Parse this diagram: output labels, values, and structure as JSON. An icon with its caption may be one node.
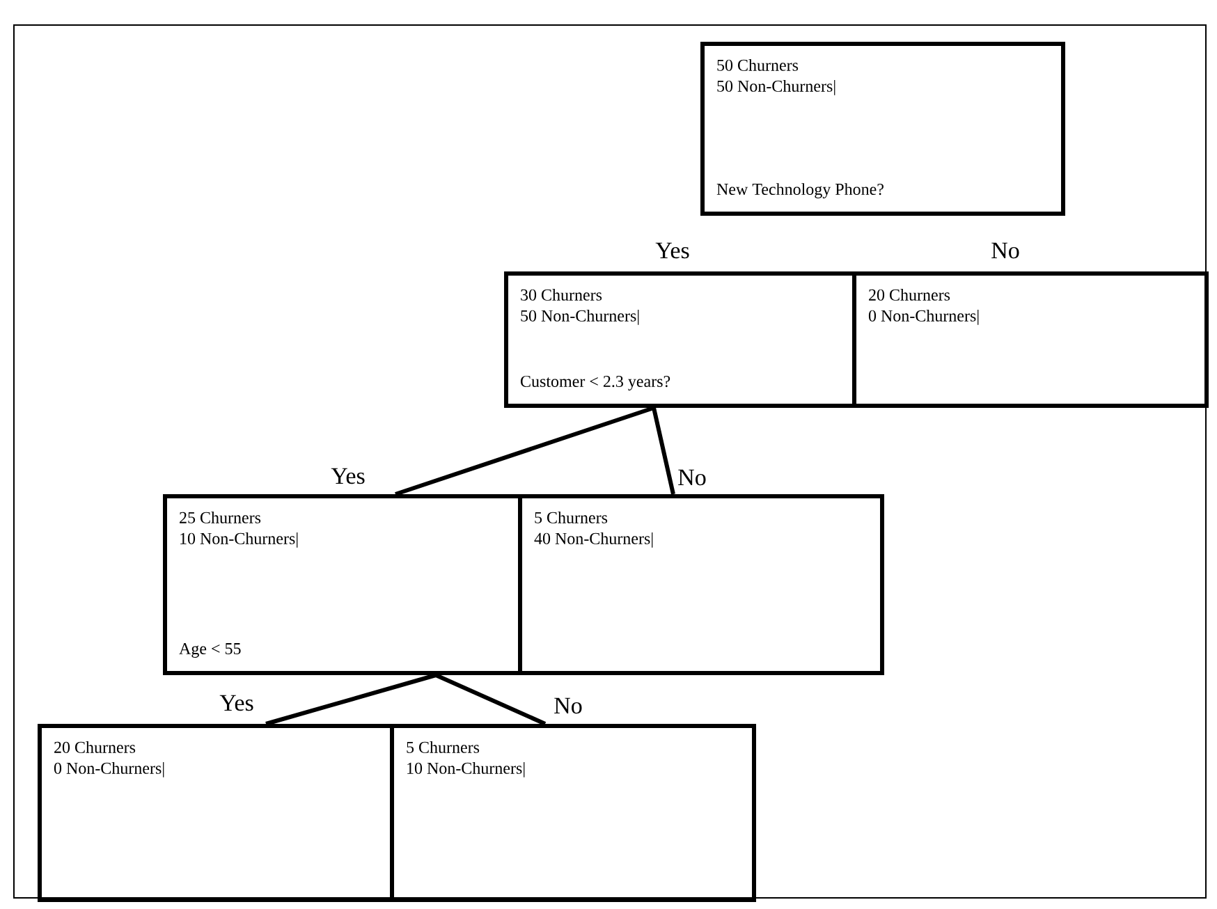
{
  "diagram": {
    "nodes": [
      {
        "text": [
          "50 Churners",
          "50 Non-Churners|",
          "New Technology Phone?"
        ]
      },
      {
        "text": [
          "30 Churners",
          "50 Non-Churners|",
          "Customer < 2.3 years?"
        ],
        "beside": [
          "Yes"
        ]
      },
      {
        "text": [
          "20 Churners",
          "0  Non-Churners|"
        ],
        "beside": [
          "No"
        ]
      },
      {
        "text": [
          "25 Churners",
          "10 Non-Churners|",
          "Age < 55"
        ]
      },
      {
        "text": [
          "5 Churners",
          "40 Non-Churners|"
        ]
      },
      {
        "text": [
          "20 Churners",
          "0 Non-Churners|"
        ]
      },
      {
        "text": [
          "5 Churners",
          "10 Non-Churners|"
        ]
      }
    ],
    "edges": [
      {
        "from": 1,
        "to": 3,
        "arrow": "none",
        "label": "Yes"
      },
      {
        "from": 1,
        "to": 4,
        "arrow": "none",
        "label": "No"
      },
      {
        "from": 3,
        "to": 5,
        "arrow": "none",
        "label": "Yes"
      },
      {
        "from": 3,
        "to": 6,
        "arrow": "none",
        "label": "No"
      }
    ]
  }
}
